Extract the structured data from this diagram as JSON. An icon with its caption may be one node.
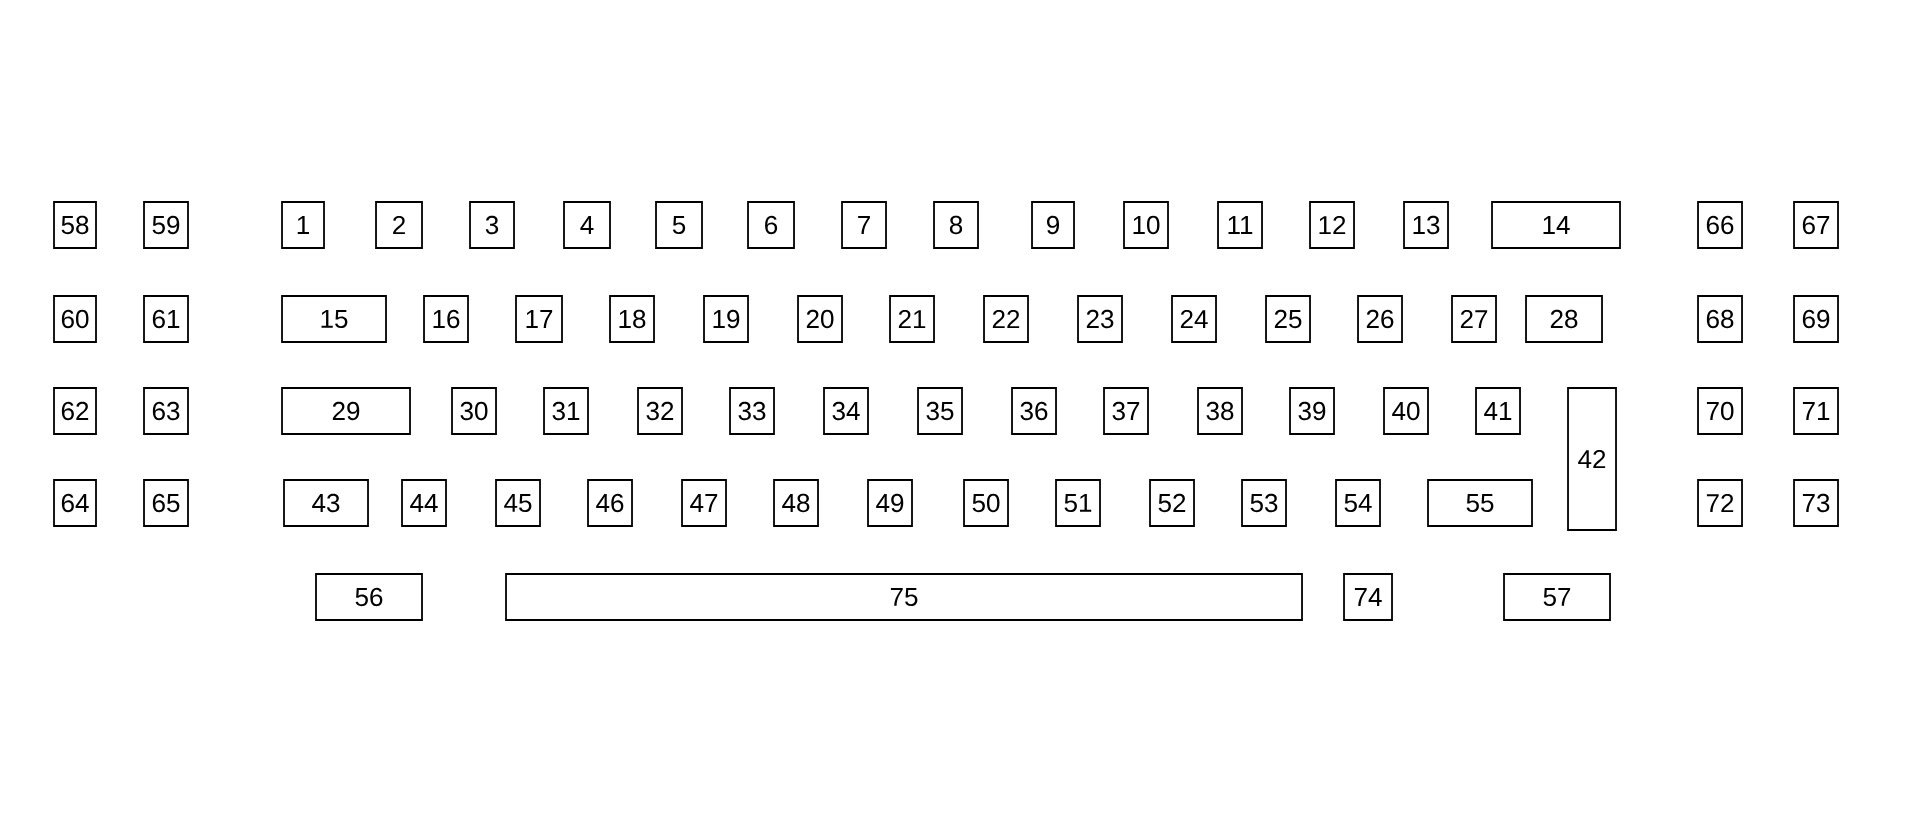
{
  "diagram": {
    "nodes": [
      {
        "text": [
          "58"
        ]
      },
      {
        "text": [
          "59"
        ]
      },
      {
        "text": [
          "1"
        ]
      },
      {
        "text": [
          "2"
        ]
      },
      {
        "text": [
          "3"
        ]
      },
      {
        "text": [
          "4"
        ]
      },
      {
        "text": [
          "5"
        ]
      },
      {
        "text": [
          "6"
        ]
      },
      {
        "text": [
          "7"
        ]
      },
      {
        "text": [
          "8"
        ]
      },
      {
        "text": [
          "9"
        ]
      },
      {
        "text": [
          "10"
        ]
      },
      {
        "text": [
          "11"
        ]
      },
      {
        "text": [
          "12"
        ]
      },
      {
        "text": [
          "13"
        ]
      },
      {
        "text": [
          "14"
        ]
      },
      {
        "text": [
          "66"
        ]
      },
      {
        "text": [
          "67"
        ]
      },
      {
        "text": [
          "60"
        ]
      },
      {
        "text": [
          "61"
        ]
      },
      {
        "text": [
          "15"
        ]
      },
      {
        "text": [
          "16"
        ]
      },
      {
        "text": [
          "17"
        ]
      },
      {
        "text": [
          "18"
        ]
      },
      {
        "text": [
          "19"
        ]
      },
      {
        "text": [
          "20"
        ]
      },
      {
        "text": [
          "21"
        ]
      },
      {
        "text": [
          "22"
        ]
      },
      {
        "text": [
          "23"
        ]
      },
      {
        "text": [
          "24"
        ]
      },
      {
        "text": [
          "25"
        ]
      },
      {
        "text": [
          "26"
        ]
      },
      {
        "text": [
          "27"
        ]
      },
      {
        "text": [
          "28"
        ]
      },
      {
        "text": [
          "68"
        ]
      },
      {
        "text": [
          "69"
        ]
      },
      {
        "text": [
          "62"
        ]
      },
      {
        "text": [
          "63"
        ]
      },
      {
        "text": [
          "29"
        ]
      },
      {
        "text": [
          "30"
        ]
      },
      {
        "text": [
          "31"
        ]
      },
      {
        "text": [
          "32"
        ]
      },
      {
        "text": [
          "33"
        ]
      },
      {
        "text": [
          "34"
        ]
      },
      {
        "text": [
          "35"
        ]
      },
      {
        "text": [
          "36"
        ]
      },
      {
        "text": [
          "37"
        ]
      },
      {
        "text": [
          "38"
        ]
      },
      {
        "text": [
          "39"
        ]
      },
      {
        "text": [
          "40"
        ]
      },
      {
        "text": [
          "41"
        ]
      },
      {
        "text": [
          "42"
        ]
      },
      {
        "text": [
          "70"
        ]
      },
      {
        "text": [
          "71"
        ]
      },
      {
        "text": [
          "64"
        ]
      },
      {
        "text": [
          "65"
        ]
      },
      {
        "text": [
          "43"
        ]
      },
      {
        "text": [
          "44"
        ]
      },
      {
        "text": [
          "45"
        ]
      },
      {
        "text": [
          "46"
        ]
      },
      {
        "text": [
          "47"
        ]
      },
      {
        "text": [
          "48"
        ]
      },
      {
        "text": [
          "49"
        ]
      },
      {
        "text": [
          "50"
        ]
      },
      {
        "text": [
          "51"
        ]
      },
      {
        "text": [
          "52"
        ]
      },
      {
        "text": [
          "53"
        ]
      },
      {
        "text": [
          "54"
        ]
      },
      {
        "text": [
          "55"
        ]
      },
      {
        "text": [
          "72"
        ]
      },
      {
        "text": [
          "73"
        ]
      },
      {
        "text": [
          "56"
        ]
      },
      {
        "text": [
          "75"
        ]
      },
      {
        "text": [
          "74"
        ]
      },
      {
        "text": [
          "57"
        ]
      }
    ]
  }
}
